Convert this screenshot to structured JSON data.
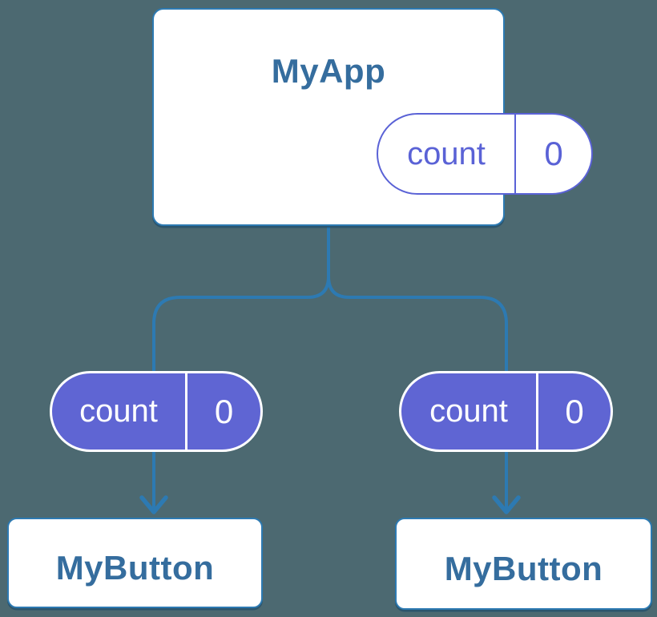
{
  "diagram": {
    "background": "#4C6971",
    "colors": {
      "line": "#2D7AB2",
      "card_text": "#356D9E",
      "purple": "#5A62D6",
      "purple_fill": "#5F65D3"
    },
    "root": {
      "title": "MyApp",
      "state": {
        "label": "count",
        "value": "0"
      }
    },
    "children": [
      {
        "title": "MyButton",
        "state": {
          "label": "count",
          "value": "0"
        }
      },
      {
        "title": "MyButton",
        "state": {
          "label": "count",
          "value": "0"
        }
      }
    ]
  }
}
